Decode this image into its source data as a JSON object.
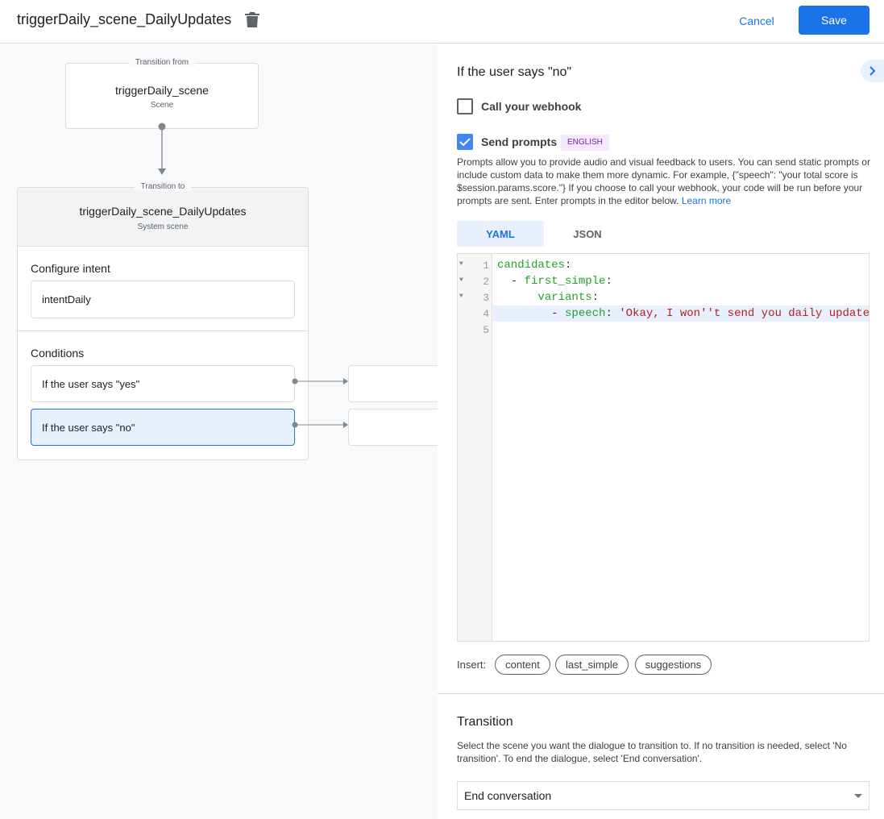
{
  "header": {
    "title": "triggerDaily_scene_DailyUpdates",
    "cancel_label": "Cancel",
    "save_label": "Save"
  },
  "flow": {
    "from": {
      "legend": "Transition from",
      "name": "triggerDaily_scene",
      "type": "Scene"
    },
    "to": {
      "legend": "Transition to",
      "name": "triggerDaily_scene_DailyUpdates",
      "type": "System scene"
    },
    "intent_label": "Configure intent",
    "intent_value": "intentDaily",
    "conditions_label": "Conditions",
    "conditions": [
      {
        "label": "If the user says \"yes\""
      },
      {
        "label": "If the user says \"no\"",
        "selected": true
      }
    ]
  },
  "panel": {
    "title": "If the user says \"no\"",
    "webhook": {
      "label": "Call your webhook",
      "checked": false
    },
    "prompts": {
      "label": "Send prompts",
      "checked": true,
      "badge": "ENGLISH",
      "description": "Prompts allow you to provide audio and visual feedback to users. You can send static prompts or include custom data to make them more dynamic. For example, {\"speech\": \"your total score is $session.params.score.\"} If you choose to call your webhook, your code will be run before your prompts are sent. Enter prompts in the editor below.",
      "learn_more": "Learn more"
    },
    "tabs": [
      {
        "label": "YAML",
        "active": true
      },
      {
        "label": "JSON",
        "active": false
      }
    ],
    "editor": {
      "line_numbers": [
        "1",
        "2",
        "3",
        "4",
        "5"
      ],
      "lines": [
        {
          "key": "candidates",
          "punct": ":"
        },
        {
          "indent": "  - ",
          "key": "first_simple",
          "punct": ":"
        },
        {
          "indent": "      ",
          "key": "variants",
          "punct": ":"
        },
        {
          "indent": "        - ",
          "key": "speech",
          "punct": ": ",
          "value": "'Okay, I won''t send you daily update"
        }
      ]
    },
    "insert_label": "Insert:",
    "insert_chips": [
      "content",
      "last_simple",
      "suggestions"
    ],
    "transition": {
      "title": "Transition",
      "description": "Select the scene you want the dialogue to transition to. If no transition is needed, select 'No transition'. To end the dialogue, select 'End conversation'.",
      "selected": "End conversation"
    }
  },
  "colors": {
    "accent": "#1a73e8",
    "selected_bg": "#e8f0fe",
    "badge_bg": "#f3e8fd",
    "badge_text": "#7b1fa2"
  },
  "icons": {
    "delete": "trash-icon",
    "collapse": "chevron-right-icon",
    "dropdown": "caret-down-icon",
    "check": "check-icon"
  }
}
